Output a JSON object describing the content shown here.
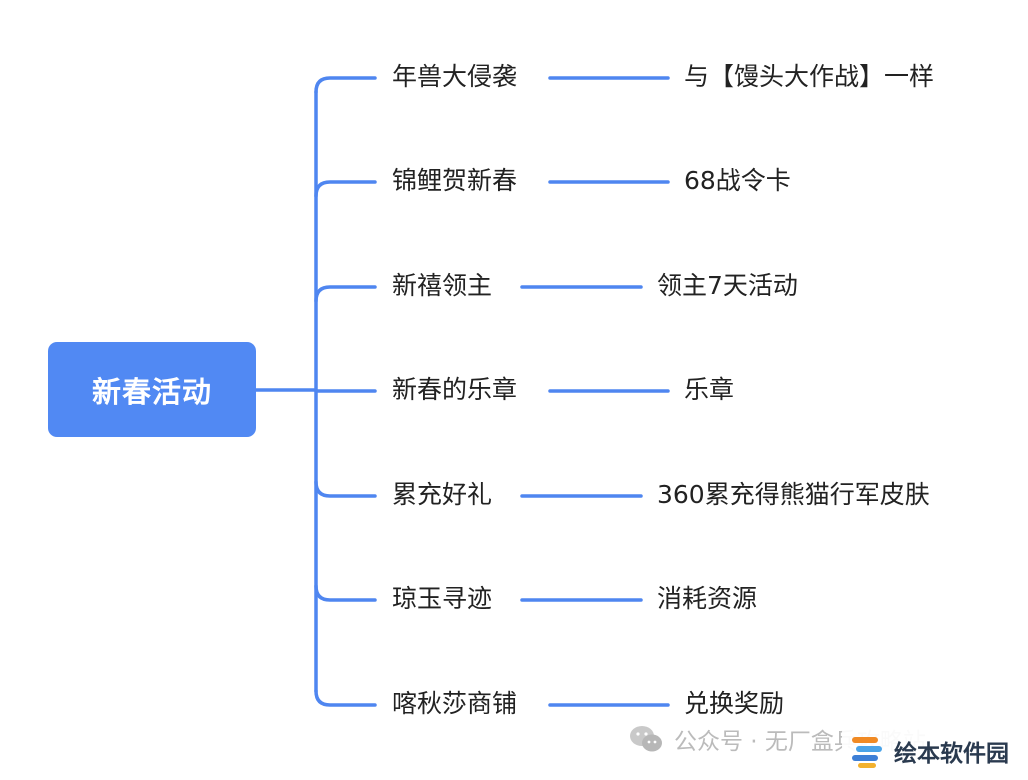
{
  "diagram": {
    "root": {
      "label": "新春活动"
    },
    "branches": [
      {
        "label": "年兽大侵袭",
        "detail": "与【馒头大作战】一样"
      },
      {
        "label": "锦鲤贺新春",
        "detail": "68战令卡"
      },
      {
        "label": "新禧领主",
        "detail": "领主7天活动"
      },
      {
        "label": "新春的乐章",
        "detail": "乐章"
      },
      {
        "label": "累充好礼",
        "detail": "360累充得熊猫行军皮肤"
      },
      {
        "label": "琼玉寻迹",
        "detail": "消耗资源"
      },
      {
        "label": "喀秋莎商铺",
        "detail": "兑换奖励"
      }
    ],
    "line_color": "#4f86f0",
    "root_color": "#5189f3"
  },
  "watermark": {
    "text": "公众号 · 无厂盒兵攻略站",
    "icon": "wechat-icon"
  },
  "brand": {
    "text": "绘本软件园",
    "icon": "brand-logo-icon"
  }
}
